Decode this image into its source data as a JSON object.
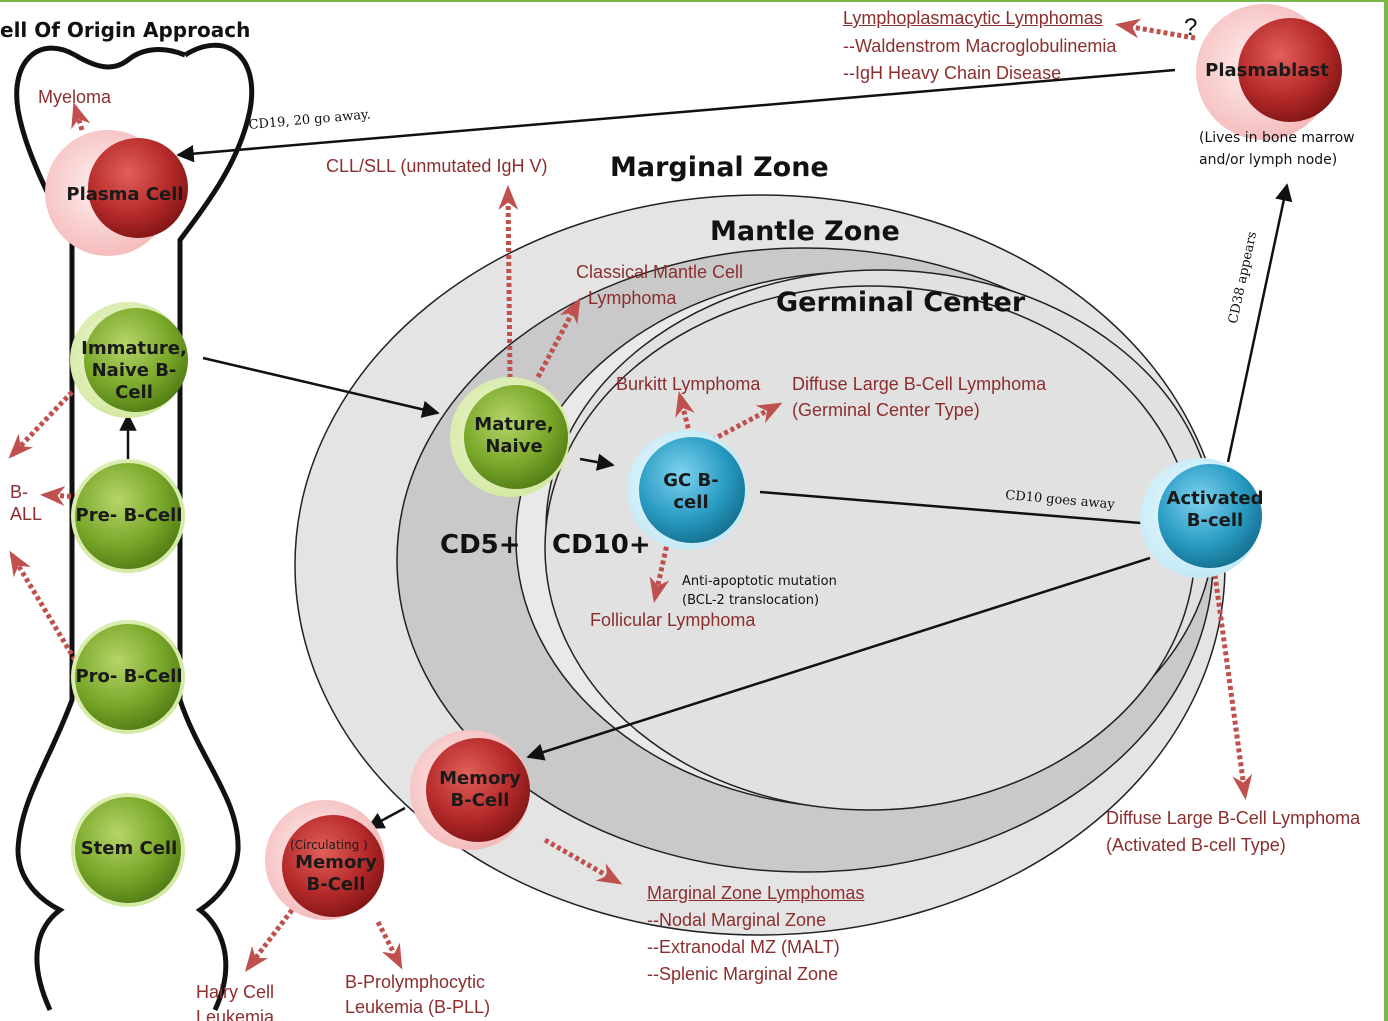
{
  "title": "ell Of Origin Approach",
  "zones": {
    "marginal": "Marginal Zone",
    "mantle": "Mantle Zone",
    "germinal": "Germinal Center",
    "cd5": "CD5+",
    "cd10": "CD10+"
  },
  "cells": {
    "stem": "Stem Cell",
    "pro_b": "Pro- B-Cell",
    "pre_b": "Pre- B-Cell",
    "immature": "Immature, Naive B-Cell",
    "plasma": "Plasma Cell",
    "mature": "Mature, Naive",
    "gc": "GC B-cell",
    "activated": "Activated B-cell",
    "plasmablast": "Plasmablast",
    "memory": "Memory B-Cell",
    "circ_tag": "(Circulating )",
    "circ_memory": "Memory B-Cell"
  },
  "diseases": {
    "myeloma": "Myeloma",
    "ball_1": "B-",
    "ball_2": "ALL",
    "cll": "CLL/SLL (unmutated IgH V)",
    "mantle_1": "Classical Mantle Cell",
    "mantle_2": "Lymphoma",
    "burkitt": "Burkitt Lymphoma",
    "dlbcl_gc_1": "Diffuse Large B-Cell Lymphoma",
    "dlbcl_gc_2": "(Germinal Center Type)",
    "follicular": "Follicular Lymphoma",
    "lpl_title": "Lymphoplasmacytic Lymphomas",
    "lpl_1": "--Waldenstrom Macroglobulinemia",
    "lpl_2": "--IgH Heavy Chain Disease",
    "dlbcl_act_1": "Diffuse Large B-Cell Lymphoma",
    "dlbcl_act_2": "(Activated B-cell Type)",
    "mz_title": "Marginal Zone Lymphomas",
    "mz_1": "--Nodal Marginal Zone",
    "mz_2": "--Extranodal MZ (MALT)",
    "mz_3": "--Splenic Marginal Zone",
    "hairy_1": "Hairy Cell",
    "hairy_2": "Leukemia",
    "bpll_1": "B-Prolymphocytic",
    "bpll_2": "Leukemia (B-PLL)"
  },
  "notes": {
    "question": "?",
    "lives_1": "(Lives in bone marrow",
    "lives_2": "and/or lymph node)",
    "cd19": "CD19, 20 go away.",
    "cd38": "CD38 appears",
    "cd10_away": "CD10 goes away",
    "anti_1": "Anti-apoptotic mutation",
    "anti_2": "(BCL-2 translocation)"
  },
  "colors": {
    "green_cell": "#6f9a1f",
    "red_cell": "#b52a2a",
    "blue_cell": "#1f8fb0",
    "disease_text": "#8b2e2e",
    "dashed_arrow": "#c0504d",
    "frame": "#7ab648"
  }
}
